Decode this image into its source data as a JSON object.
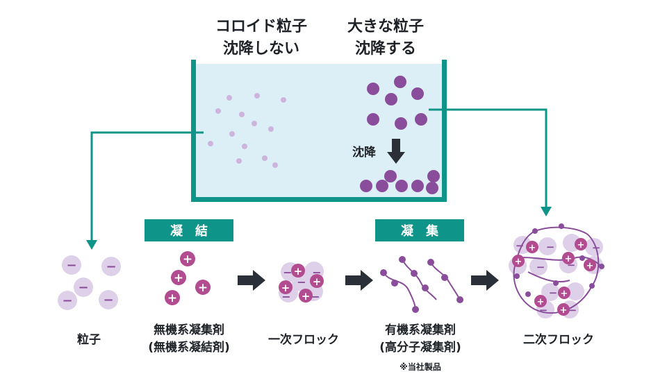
{
  "colors": {
    "teal": "#0e9488",
    "water": "#ddeff6",
    "purple": "#8a4d9b",
    "plus_fill": "#b24b8f",
    "pale_purple": "#ddd0e8",
    "dark_text": "#1f2328",
    "arrow": "#2b3038"
  },
  "tank": {
    "colloid_label_line1": "コロイド粒子",
    "colloid_label_line2": "沈降しない",
    "large_label_line1": "大きな粒子",
    "large_label_line2": "沈降する",
    "settling_label": "沈降"
  },
  "banners": {
    "coagulation": "凝　結",
    "flocculation": "凝　集"
  },
  "stages": {
    "particles": "粒子",
    "inorganic_line1": "無機系凝集剤",
    "inorganic_line2": "(無機系凝結剤)",
    "primary_floc": "一次フロック",
    "organic_line1": "有機系凝集剤",
    "organic_line2": "(高分子凝集剤)",
    "organic_note": "※当社製品",
    "secondary_floc": "二次フロック"
  },
  "signs": {
    "minus": "−",
    "plus": "+"
  },
  "icons": {
    "process_arrow": "right-arrow-icon",
    "settle_arrow": "down-arrow-icon"
  }
}
